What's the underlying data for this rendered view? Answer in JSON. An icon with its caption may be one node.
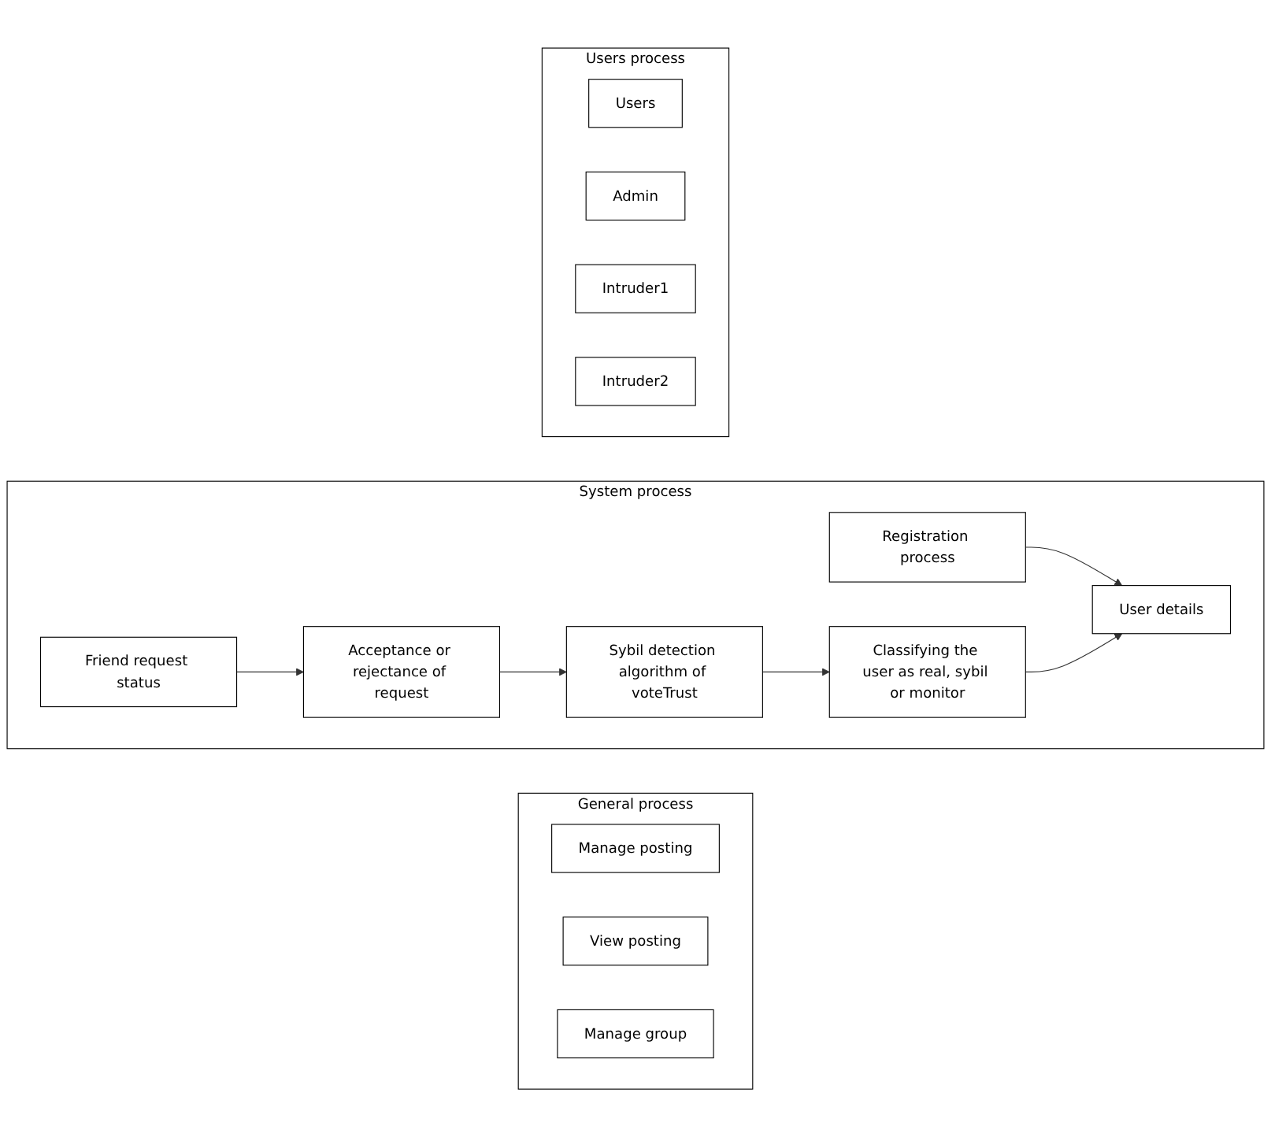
{
  "diagram": {
    "nodes": [
      {
        "text": [
          "Users process"
        ]
      },
      {
        "text": [
          "Users"
        ],
        "in": 0
      },
      {
        "text": [
          "Admin"
        ],
        "in": 0
      },
      {
        "text": [
          "Intruder1"
        ],
        "in": 0
      },
      {
        "text": [
          "Intruder2"
        ],
        "in": 0
      },
      {
        "text": [
          "System process"
        ]
      },
      {
        "text": [
          "Registration process"
        ],
        "in": 5
      },
      {
        "text": [
          "User details"
        ],
        "in": 5
      },
      {
        "text": [
          "Classifying the user as real, sybil or monitor"
        ],
        "in": 5
      },
      {
        "text": [
          "Friend request status"
        ],
        "in": 5
      },
      {
        "text": [
          "Acceptance or rejectance of request"
        ],
        "in": 5
      },
      {
        "text": [
          "Sybil detection algorithm of voteTrust"
        ],
        "in": 5
      },
      {
        "text": [
          "General process"
        ]
      },
      {
        "text": [
          "Manage posting"
        ],
        "in": 12
      },
      {
        "text": [
          "View posting"
        ],
        "in": 12
      },
      {
        "text": [
          "Manage group"
        ],
        "in": 12
      }
    ],
    "edges": [
      {
        "from": 6,
        "to": 7,
        "arrow": "to"
      },
      {
        "from": 8,
        "to": 7,
        "arrow": "to"
      },
      {
        "from": 9,
        "to": 10,
        "arrow": "to"
      },
      {
        "from": 10,
        "to": 11,
        "arrow": "to"
      },
      {
        "from": 11,
        "to": 8,
        "arrow": "to"
      }
    ]
  }
}
